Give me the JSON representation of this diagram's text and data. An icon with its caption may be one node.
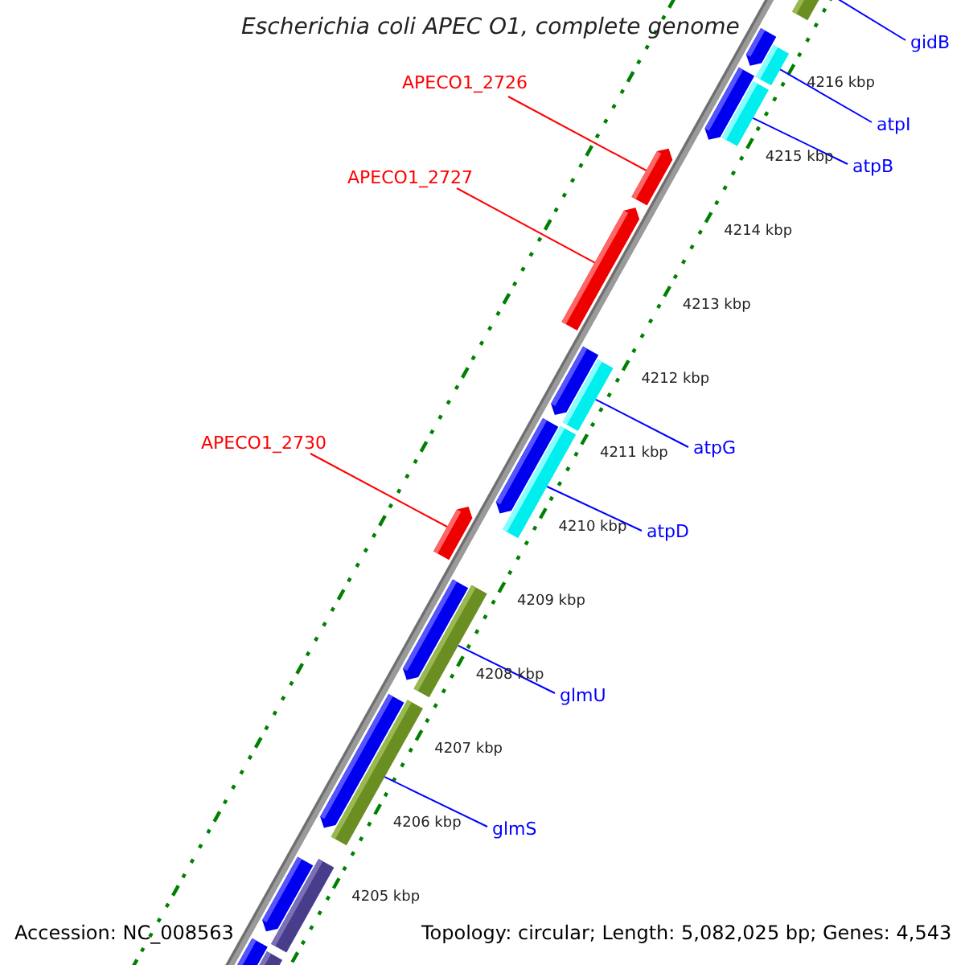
{
  "diagram": {
    "title": "Escherichia coli APEC O1, complete genome",
    "nodes": [
      {
        "text": [
          "gidB"
        ]
      },
      {
        "text": [
          "atpI"
        ]
      },
      {
        "text": [
          "atpB"
        ]
      },
      {
        "text": [
          "APECO1_2726"
        ]
      },
      {
        "text": [
          "APECO1_2727"
        ]
      },
      {
        "text": [
          "atpG"
        ]
      },
      {
        "text": [
          "APECO1_2730"
        ]
      },
      {
        "text": [
          "atpD"
        ]
      },
      {
        "text": [
          "glmU"
        ]
      },
      {
        "text": [
          "glmS"
        ]
      },
      {
        "text": [],
        "shape": "bar"
      },
      {
        "text": [],
        "shape": "bar"
      },
      {
        "text": [],
        "shape": "bar"
      },
      {
        "text": [],
        "shape": "bar"
      },
      {
        "text": [],
        "shape": "bar"
      },
      {
        "text": [],
        "shape": "bar"
      },
      {
        "text": [],
        "shape": "bar"
      },
      {
        "text": [],
        "shape": "bar"
      },
      {
        "text": [],
        "shape": "bar"
      },
      {
        "text": [],
        "shape": "bar"
      },
      {
        "text": [],
        "shape": "bar"
      },
      {
        "text": [],
        "shape": "bar"
      },
      {
        "text": [],
        "shape": "bar"
      },
      {
        "text": [],
        "shape": "bar"
      },
      {
        "text": [],
        "shape": "bar"
      },
      {
        "text": [],
        "shape": "bar"
      },
      {
        "text": [],
        "shape": "bar"
      },
      {
        "text": [],
        "shape": "bar"
      },
      {
        "text": [],
        "shape": "bar"
      },
      {
        "text": [],
        "shape": "bar"
      }
    ],
    "edges": [
      {
        "from": 0,
        "to": 10,
        "arrow": "none"
      },
      {
        "from": 1,
        "to": 12,
        "arrow": "none"
      },
      {
        "from": 2,
        "to": 14,
        "arrow": "none"
      },
      {
        "from": 3,
        "to": 15,
        "arrow": "none",
        "color": "#ff0000"
      },
      {
        "from": 4,
        "to": 16,
        "arrow": "none",
        "color": "#ff0000"
      },
      {
        "from": 5,
        "to": 18,
        "arrow": "none"
      },
      {
        "from": 6,
        "to": 21,
        "arrow": "none",
        "color": "#ff0000"
      },
      {
        "from": 7,
        "to": 20,
        "arrow": "none"
      },
      {
        "from": 8,
        "to": 23,
        "arrow": "none"
      },
      {
        "from": 9,
        "to": 25,
        "arrow": "none"
      }
    ],
    "labels": [
      "4216 kbp",
      "4215 kbp",
      "4214 kbp",
      "4213 kbp",
      "4212 kbp",
      "4211 kbp",
      "4210 kbp",
      "4209 kbp",
      "4208 kbp",
      "4207 kbp",
      "4206 kbp",
      "4205 kbp",
      "Accession: NC_008563",
      "Topology: circular; Length: 5,082,025 bp; Genes: 4,543"
    ]
  }
}
